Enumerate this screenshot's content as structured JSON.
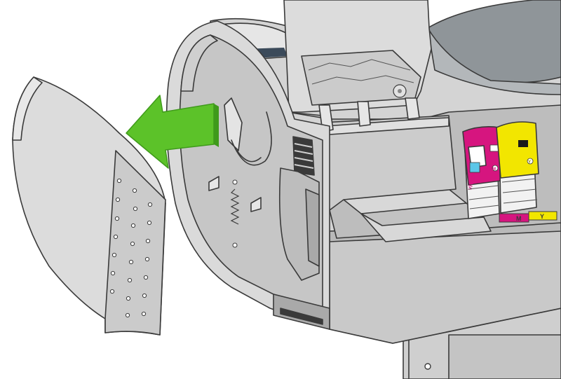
{
  "colors": {
    "background": "#ffffff",
    "printer_body": "#d4d4d4",
    "printer_shadow": "#a9a9a9",
    "printer_light": "#e8e8e8",
    "window_glass": "#8f9599",
    "arrow": "#5cc229",
    "arrow_dark": "#3f9a1b",
    "cartridge_magenta": "#d6157f",
    "cartridge_yellow": "#f2e600",
    "cartridge_cyan": "#5bc6e8",
    "cover_panel": "#dcdcdc"
  },
  "icons": {
    "removal_arrow": "arrow-left-icon",
    "ink_drop": "ink-drop-icon"
  },
  "labels": {
    "cartridge_label_magenta": "M",
    "cartridge_label_yellow": "Y",
    "slot_label_magenta": "M",
    "slot_label_yellow": "Y",
    "cartridge_brand_text": "vivera"
  }
}
